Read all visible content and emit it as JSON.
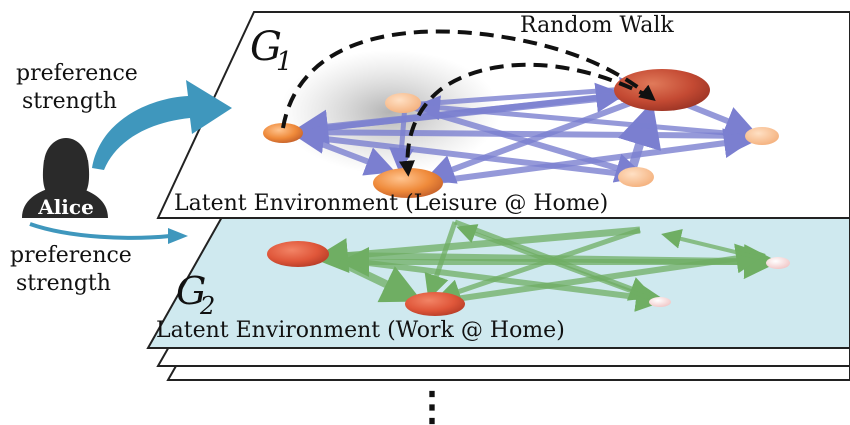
{
  "user": {
    "name": "Alice"
  },
  "arrows": {
    "top_label_line1": "preference",
    "top_label_line2": "strength",
    "bottom_label_line1": "preference",
    "bottom_label_line2": "strength"
  },
  "layers": [
    {
      "symbol": "G",
      "subscript": "1",
      "caption": "Latent Environment (Leisure @ Home)"
    },
    {
      "symbol": "G",
      "subscript": "2",
      "caption": "Latent Environment (Work @ Home)"
    }
  ],
  "random_walk_label": "Random Walk",
  "more_indicator": "⋮",
  "colors": {
    "layer1_fill": "#ffffff",
    "layer2_fill": "#cfe9ef",
    "layer1_edges": "#7b7fd0",
    "layer2_edges": "#6fae63",
    "user_arrow": "#3f97bd",
    "node_orange": "#ef8a3a",
    "node_red": "#e0573a",
    "walk": "#111111"
  }
}
